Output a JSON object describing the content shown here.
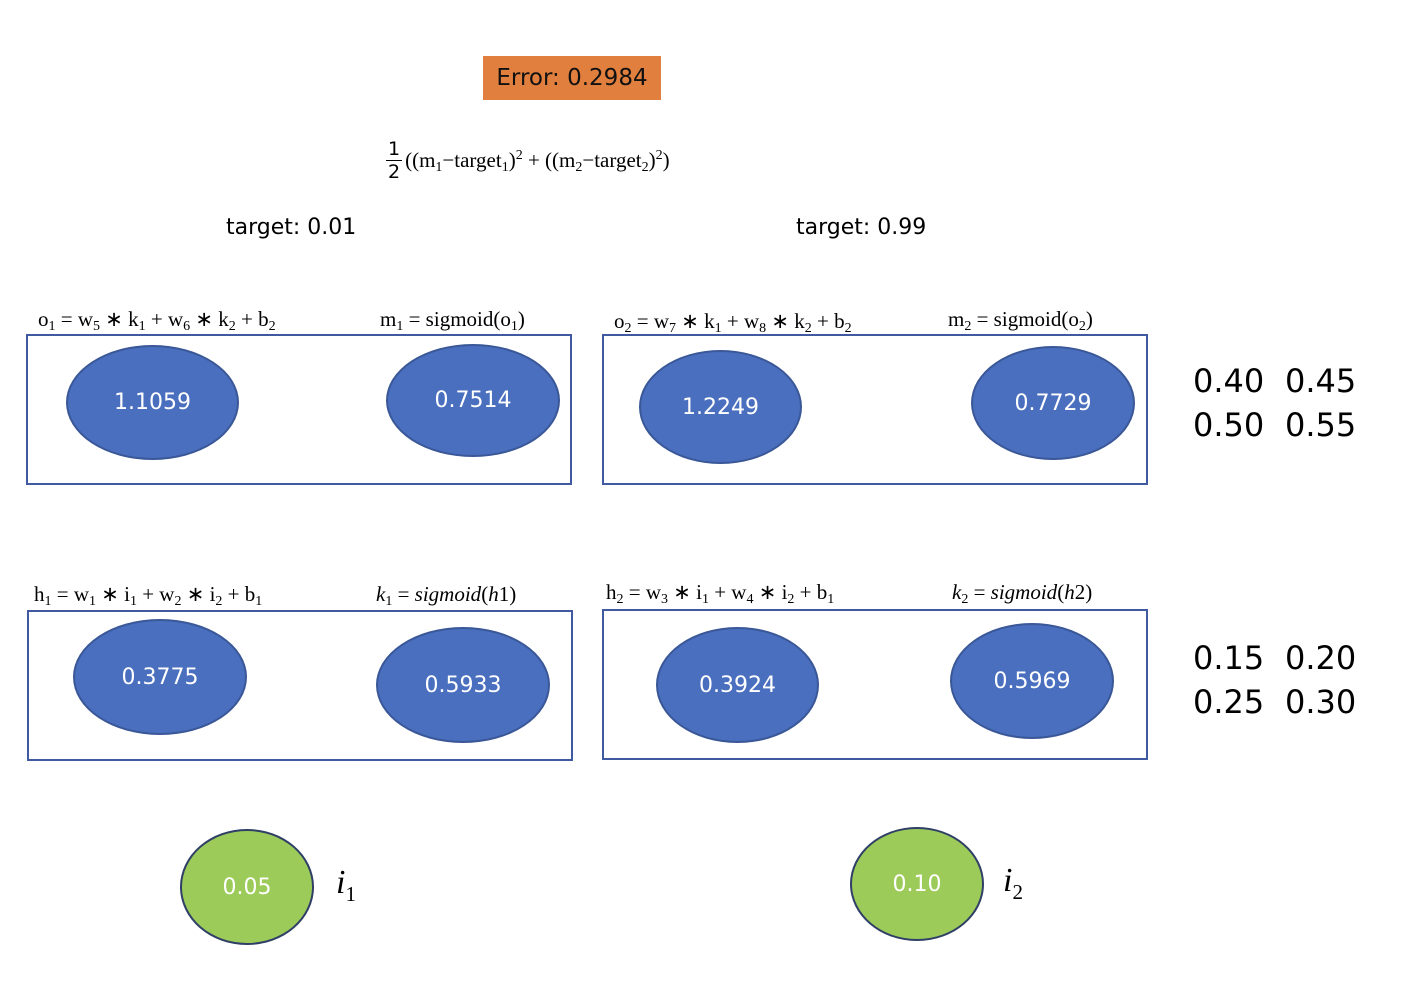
{
  "error": {
    "label": "Error: 0.2984"
  },
  "loss_formula": {
    "half_numerator": "1",
    "half_denominator": "2",
    "expression_text": "((m1−target1)2 + ((m2−target2)2)"
  },
  "targets": [
    "target: 0.01",
    "target: 0.99"
  ],
  "output_layer": {
    "left_block": {
      "pre_eq": "o1 = w5 ∗ k1 + w6 ∗ k2 + b2",
      "post_eq": "m1 = sigmoid(o1)",
      "pre_value": "1.1059",
      "post_value": "0.7514"
    },
    "right_block": {
      "pre_eq": "o2 = w7 ∗ k1 + w8 ∗ k2 + b2",
      "post_eq": "m2 = sigmoid(o2)",
      "pre_value": "1.2249",
      "post_value": "0.7729"
    },
    "weights": [
      [
        "0.40",
        "0.45"
      ],
      [
        "0.50",
        "0.55"
      ]
    ]
  },
  "hidden_layer": {
    "left_block": {
      "pre_eq": "h1 = w1 ∗ i1 + w2 ∗ i2 + b1",
      "post_eq": "k1 = sigmoid(h1)",
      "pre_value": "0.3775",
      "post_value": "0.5933"
    },
    "right_block": {
      "pre_eq": "h2 = w3 ∗ i1 + w4 ∗ i2 + b1",
      "post_eq": "k2 = sigmoid(h2)",
      "pre_value": "0.3924",
      "post_value": "0.5969"
    },
    "weights": [
      [
        "0.15",
        "0.20"
      ],
      [
        "0.25",
        "0.30"
      ]
    ]
  },
  "inputs": [
    {
      "value": "0.05",
      "label": "i1"
    },
    {
      "value": "0.10",
      "label": "i2"
    }
  ],
  "colors": {
    "error_box": "#E07F3E",
    "neuron": "#4A6FBE",
    "input_neuron": "#9CCB5A",
    "frame": "#3F5AA0"
  }
}
